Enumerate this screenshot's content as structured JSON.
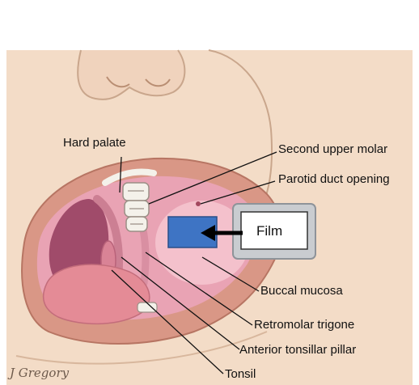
{
  "labels": {
    "hard_palate": "Hard palate",
    "second_upper_molar": "Second upper molar",
    "parotid_duct_opening": "Parotid duct opening",
    "film": "Film",
    "buccal_mucosa": "Buccal mucosa",
    "retromolar_trigone": "Retromolar trigone",
    "anterior_tonsillar_pillar": "Anterior tonsillar pillar",
    "tonsil": "Tonsil"
  },
  "signature": "J Gregory",
  "colors": {
    "skin": "#f3dcc7",
    "skin_shadow": "#dcbba0",
    "lip": "#d99786",
    "mucosa": "#e9a3b4",
    "mucosa_dark": "#b9637a",
    "throat": "#a04b6a",
    "tongue": "#e48b96",
    "teeth": "#f4f1ea",
    "film_blue": "#3e74c4",
    "holder_gray": "#c9ccd0"
  }
}
